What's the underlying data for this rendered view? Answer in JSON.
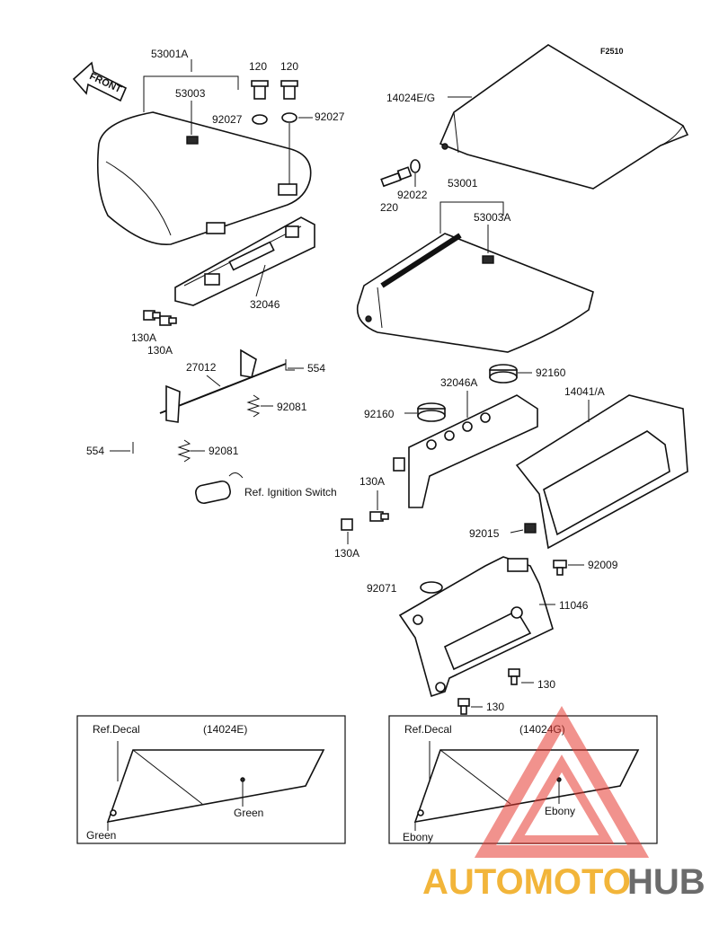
{
  "diagram_code": "F2510",
  "front_arrow_label": "FRONT",
  "labels": {
    "p53001A": "53001A",
    "p53003": "53003",
    "p120a": "120",
    "p120b": "120",
    "p92027a": "92027",
    "p92027b": "92027",
    "p32046": "32046",
    "p130A_1": "130A",
    "p130A_2": "130A",
    "p27012": "27012",
    "p554_1": "554",
    "p554_2": "554",
    "p92081_1": "92081",
    "p92081_2": "92081",
    "ignition": "Ref. Ignition Switch",
    "p14024EG": "14024E/G",
    "p92022": "92022",
    "p220": "220",
    "p53001": "53001",
    "p53003A": "53003A",
    "p92160_1": "92160",
    "p92160_2": "92160",
    "p32046A": "32046A",
    "p14041A": "14041/A",
    "p130A_3": "130A",
    "p130A_4": "130A",
    "p92015": "92015",
    "p92009": "92009",
    "p92071": "92071",
    "p11046": "11046",
    "p130_1": "130",
    "p130_2": "130"
  },
  "inset_left": {
    "ref": "Ref.Decal",
    "part": "(14024E)",
    "color_main": "Green",
    "color_corner": "Green"
  },
  "inset_right": {
    "ref": "Ref.Decal",
    "part": "(14024G)",
    "color_main": "Ebony",
    "color_corner": "Ebony"
  },
  "watermark": {
    "text_a": "AUTOMOTO",
    "text_b": "HUB",
    "color_red": "#e5392f",
    "color_orange": "#f2b53a",
    "color_gray": "#6b6b6b"
  }
}
